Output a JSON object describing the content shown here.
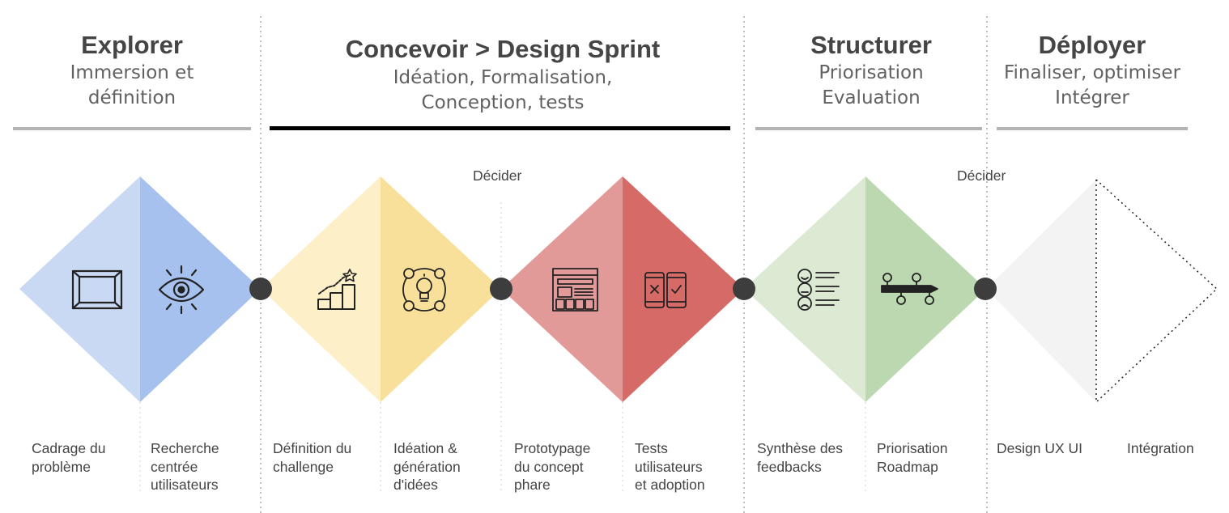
{
  "phases": [
    {
      "title": "Explorer",
      "subtitle": [
        "Immersion et",
        "définition"
      ]
    },
    {
      "title": "Concevoir > Design Sprint",
      "subtitle": [
        "Idéation, Formalisation,",
        "Conception, tests"
      ]
    },
    {
      "title": "Structurer",
      "subtitle": [
        "Priorisation",
        "Evaluation"
      ]
    },
    {
      "title": "Déployer",
      "subtitle": [
        "Finaliser, optimiser",
        "Intégrer"
      ]
    }
  ],
  "decide_labels": [
    "Décider",
    "Décider"
  ],
  "steps": [
    {
      "lines": [
        "Cadrage du",
        "problème"
      ],
      "icon": "frame-icon"
    },
    {
      "lines": [
        "Recherche",
        "centrée",
        "utilisateurs"
      ],
      "icon": "eye-icon"
    },
    {
      "lines": [
        "Définition du",
        "challenge"
      ],
      "icon": "growth-stairs-icon"
    },
    {
      "lines": [
        "Idéation &",
        "génération",
        "d'idées"
      ],
      "icon": "lightbulb-ideas-icon"
    },
    {
      "lines": [
        "Prototypage",
        "du concept",
        "phare"
      ],
      "icon": "wireframe-icon"
    },
    {
      "lines": [
        "Tests",
        "utilisateurs",
        "et adoption"
      ],
      "icon": "mobile-test-icon"
    },
    {
      "lines": [
        "Synthèse des",
        "feedbacks"
      ],
      "icon": "feedback-faces-icon"
    },
    {
      "lines": [
        "Priorisation",
        "Roadmap"
      ],
      "icon": "roadmap-timeline-icon"
    },
    {
      "lines": [
        "Design UX UI"
      ],
      "icon": ""
    },
    {
      "lines": [
        "Intégration"
      ],
      "icon": ""
    }
  ],
  "colors": {
    "explorer": [
      "#c9d9f4",
      "#a6c1ee"
    ],
    "define": [
      "#fdf0c8",
      "#f8e09a"
    ],
    "prototype": [
      "#e29a98",
      "#d56a66"
    ],
    "structure": [
      "#dce9d3",
      "#bcd8b0"
    ],
    "deploy": "#f3f3f3",
    "node": "#3d3d3d",
    "divider": "#aaaaaa",
    "active_bar": "#000000",
    "bar": "#b3b3b3",
    "icon_stroke": "#222222"
  }
}
